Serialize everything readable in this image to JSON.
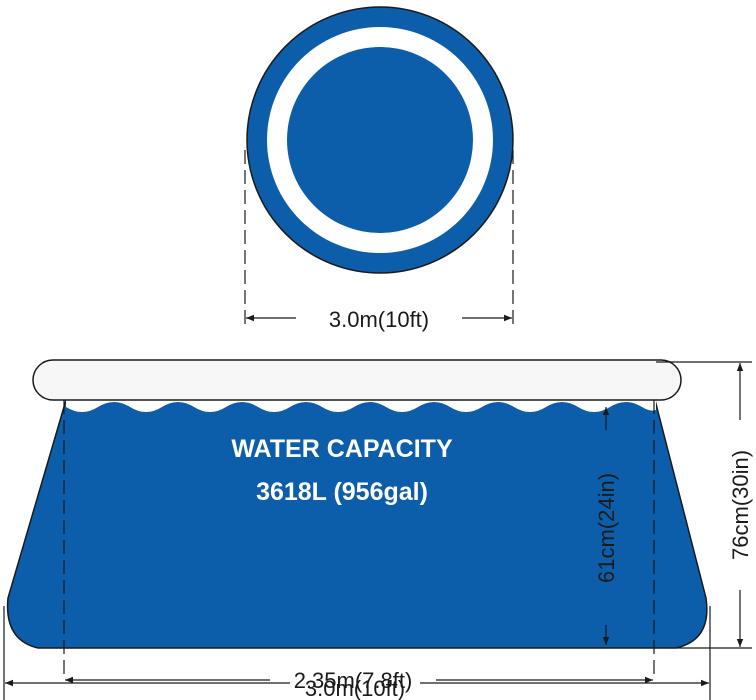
{
  "colors": {
    "pool_blue": "#0c5eaa",
    "ring_white": "#ffffff",
    "rim_fill": "#f7f7f7",
    "line": "#1a1a1a"
  },
  "top_view": {
    "diameter_label": "3.0m(10ft)"
  },
  "side_view": {
    "capacity_title": "WATER CAPACITY",
    "capacity_value": "3618L (956gal)",
    "bottom_inner_label": "2.35m(7.8ft)",
    "bottom_outer_label": "3.0m(10ft)",
    "water_depth_label": "61cm(24in)",
    "total_height_label": "76cm(30in)"
  }
}
